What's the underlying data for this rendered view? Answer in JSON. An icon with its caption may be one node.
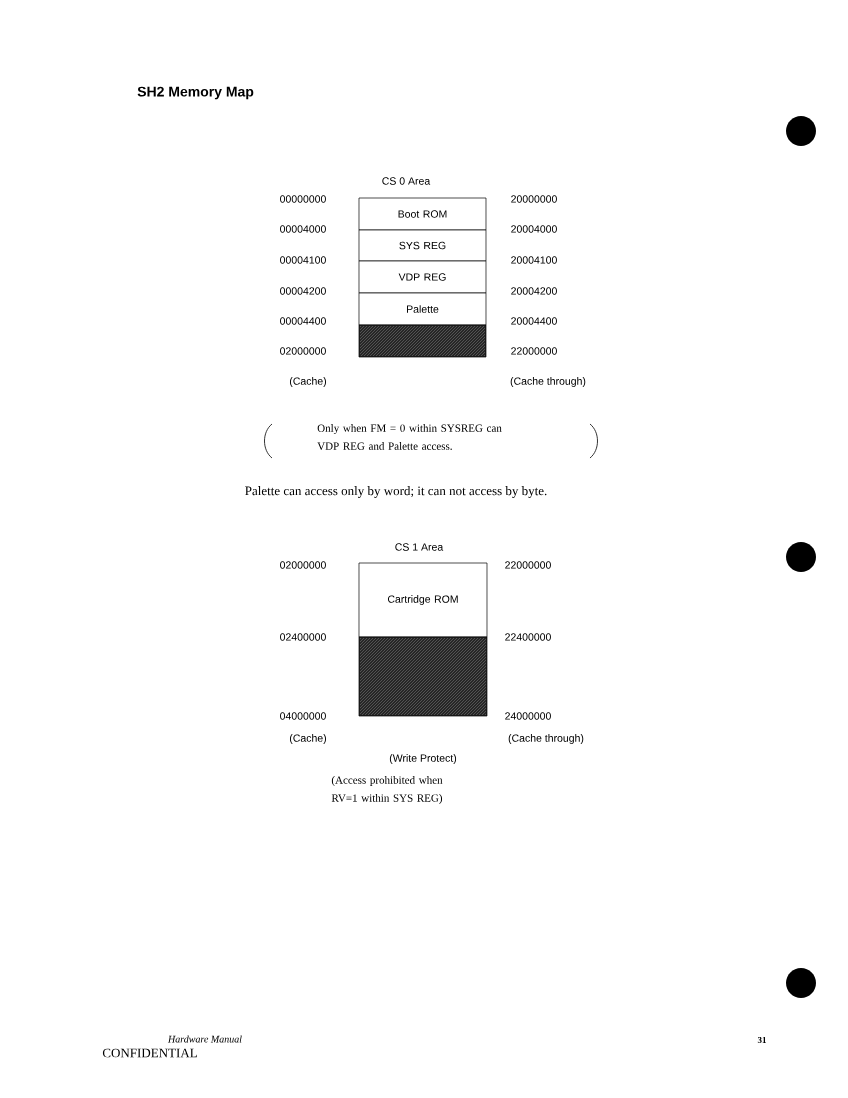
{
  "diagram": {
    "title": "SH2 Memory Map",
    "nodes": [
      {
        "text": [
          "Boot ROM"
        ]
      },
      {
        "text": [
          "SYS REG"
        ]
      },
      {
        "text": [
          "VDP REG"
        ]
      },
      {
        "text": [
          "Palette"
        ]
      },
      {
        "text": [],
        "shape": "box"
      },
      {
        "text": [
          "Cartridge ROM"
        ]
      },
      {
        "text": [],
        "shape": "box"
      }
    ],
    "labels": [
      "CS 0 Area",
      "00000000",
      "20000000",
      "00004000",
      "20004000",
      "00004100",
      "20004100",
      "00004200",
      "20004200",
      "00004400",
      "20004400",
      "02000000",
      "22000000",
      "(Cache)",
      "(Cache through)",
      "Only when FM = 0 within SYSREG can VDP REG and Palette access.",
      "Palette can access only by word; it can not access by byte.",
      "CS 1 Area",
      "02000000",
      "22000000",
      "02400000",
      "22400000",
      "04000000",
      "24000000",
      "(Cache)",
      "(Cache through)",
      "(Write Protect)",
      "(Access prohibited when RV=1 within SYS REG)",
      "Hardware Manual",
      "CONFIDENTIAL",
      "31"
    ]
  }
}
